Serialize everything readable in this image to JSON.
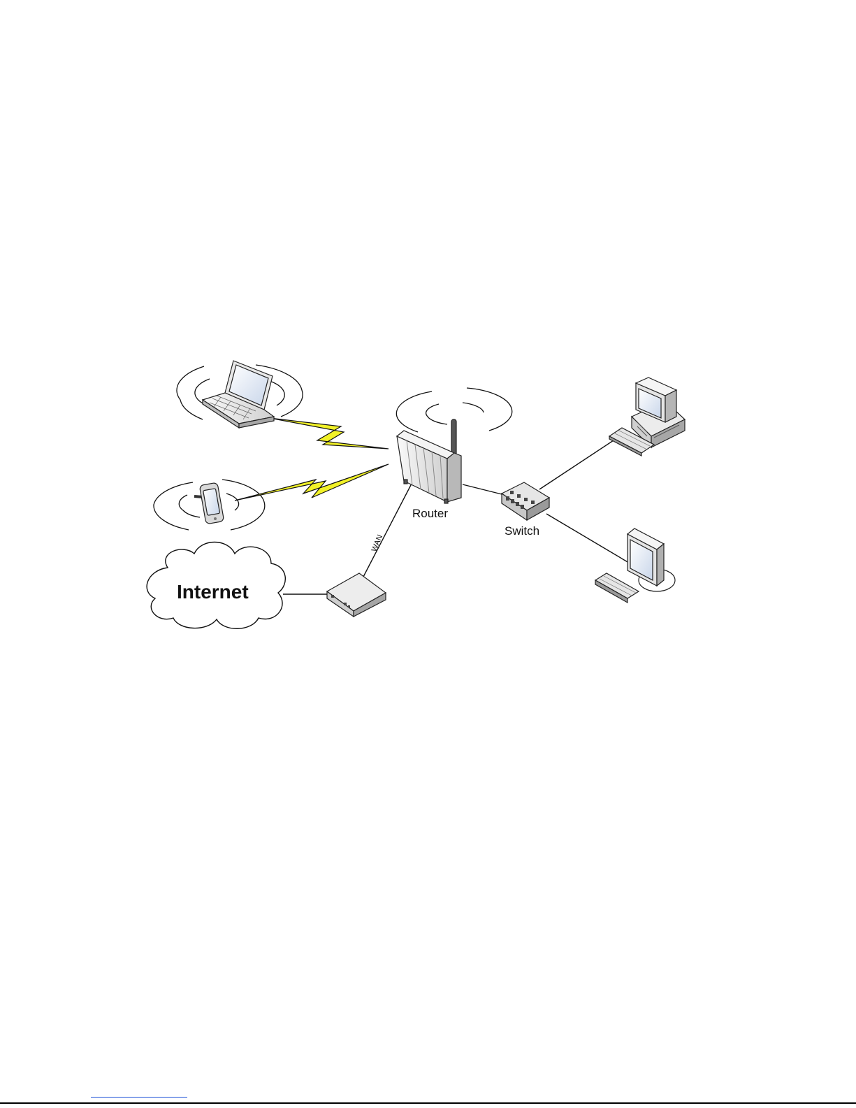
{
  "labels": {
    "router": "Router",
    "switch": "Switch",
    "wan": "WAN",
    "internet": "Internet"
  },
  "colors": {
    "lightning": "#f2f227",
    "line": "#111111",
    "device_light": "#f2f2f2",
    "device_mid": "#cfcfcf",
    "device_dark": "#8a8a8a",
    "screen": "#dde6f2"
  },
  "icons": [
    "laptop-icon",
    "smartphone-icon",
    "wireless-router-icon",
    "network-switch-icon",
    "modem-icon",
    "internet-cloud-icon",
    "desktop-computer-icon",
    "monitor-icon",
    "keyboard-icon",
    "lightning-bolt-icon"
  ]
}
